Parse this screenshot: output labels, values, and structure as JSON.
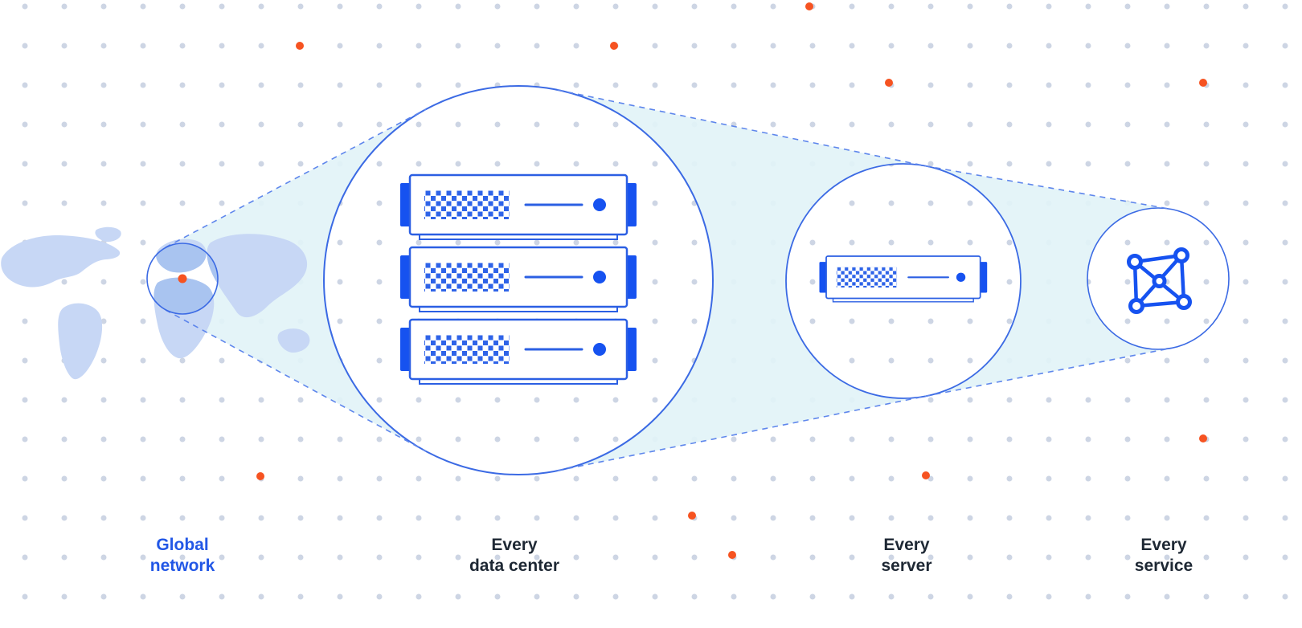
{
  "page": {
    "type": "network-architecture-zoom-diagram",
    "background": "#ffffff"
  },
  "colors": {
    "primary_blue": "#2b5fe3",
    "dark_blue": "#1652f0",
    "accent_orange": "#f65321",
    "cone_teal": "#e2f3f7",
    "grid_dot": "#cdd5e4",
    "map_blue": "#c7d7f5",
    "map_blue_dark": "#a9c4f0",
    "label_dark": "#1e2834",
    "label_blue": "#2257e6"
  },
  "stages": [
    {
      "name": "global-network",
      "label_line1": "Global",
      "label_line2": "network",
      "icon": "world-map-locator-icon",
      "highlighted": true
    },
    {
      "name": "data-center",
      "label_line1": "Every",
      "label_line2": "data center",
      "icon": "server-rack-icon",
      "highlighted": false
    },
    {
      "name": "server",
      "label_line1": "Every",
      "label_line2": "server",
      "icon": "server-unit-icon",
      "highlighted": false
    },
    {
      "name": "service",
      "label_line1": "Every",
      "label_line2": "service",
      "icon": "mesh-network-icon",
      "highlighted": false
    }
  ]
}
